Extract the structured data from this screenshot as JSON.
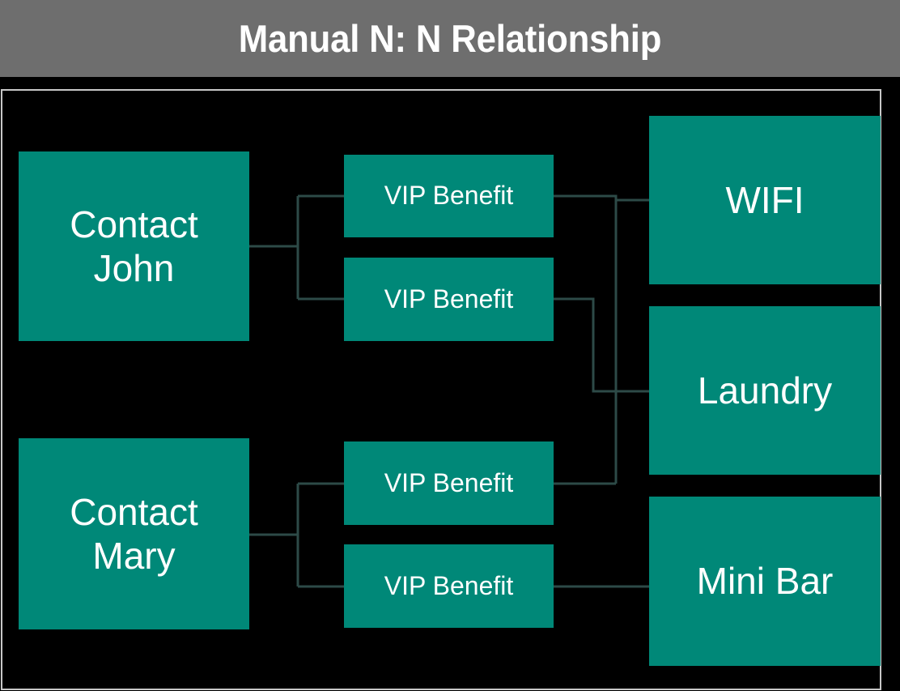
{
  "header": {
    "title": "Manual N: N Relationship",
    "background_color": "#6e6e6e",
    "text_color": "#ffffff"
  },
  "canvas": {
    "background_color": "#000000",
    "border_color": "#c8c8c8"
  },
  "theme": {
    "node_fill": "#008878",
    "node_text": "#ffffff",
    "connector_color": "#2d4a47"
  },
  "diagram": {
    "type": "relationship-diagram",
    "columns": [
      {
        "name": "contacts",
        "nodes": [
          {
            "id": "contact-john",
            "label": "Contact\nJohn"
          },
          {
            "id": "contact-mary",
            "label": "Contact\nMary"
          }
        ]
      },
      {
        "name": "junction",
        "nodes": [
          {
            "id": "vip-1",
            "label": "VIP Benefit"
          },
          {
            "id": "vip-2",
            "label": "VIP Benefit"
          },
          {
            "id": "vip-3",
            "label": "VIP Benefit"
          },
          {
            "id": "vip-4",
            "label": "VIP Benefit"
          }
        ]
      },
      {
        "name": "services",
        "nodes": [
          {
            "id": "wifi",
            "label": "WIFI"
          },
          {
            "id": "laundry",
            "label": "Laundry"
          },
          {
            "id": "minibar",
            "label": "Mini Bar"
          }
        ]
      }
    ],
    "edges": [
      {
        "from": "contact-john",
        "to": "vip-1"
      },
      {
        "from": "contact-john",
        "to": "vip-2"
      },
      {
        "from": "contact-mary",
        "to": "vip-3"
      },
      {
        "from": "contact-mary",
        "to": "vip-4"
      },
      {
        "from": "vip-1",
        "to": "wifi"
      },
      {
        "from": "vip-2",
        "to": "laundry"
      },
      {
        "from": "vip-3",
        "to": "wifi"
      },
      {
        "from": "vip-4",
        "to": "minibar"
      }
    ]
  }
}
